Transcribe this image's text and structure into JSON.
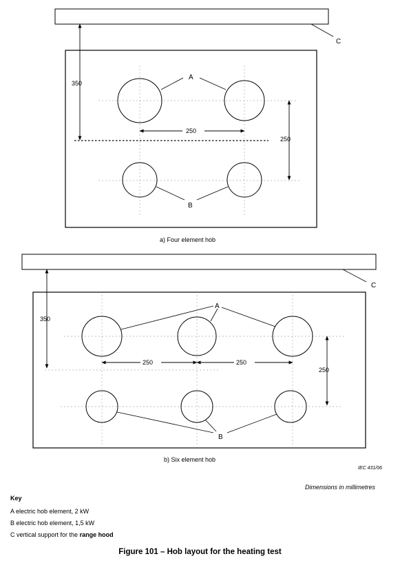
{
  "diagram_a": {
    "label_a": "A",
    "label_b": "B",
    "label_c": "C",
    "dim_350": "350",
    "dim_250_h": "250",
    "dim_250_v": "250",
    "caption": "a) Four element hob"
  },
  "diagram_b": {
    "label_a": "A",
    "label_b": "B",
    "label_c": "C",
    "dim_350": "350",
    "dim_250_h1": "250",
    "dim_250_h2": "250",
    "dim_250_v": "250",
    "caption": "b) Six element hob"
  },
  "iec_ref": "IEC   431/06",
  "dimensions_note": "Dimensions in millimetres",
  "key": {
    "title": "Key",
    "items": [
      {
        "letter": "A",
        "text": "electric hob element, 2 kW",
        "bold": ""
      },
      {
        "letter": "B",
        "text": "electric hob element, 1,5 kW",
        "bold": ""
      },
      {
        "letter": "C",
        "text": "vertical support for the ",
        "bold": "range hood"
      }
    ]
  },
  "figure_title": "Figure 101 – Hob layout for the heating test"
}
